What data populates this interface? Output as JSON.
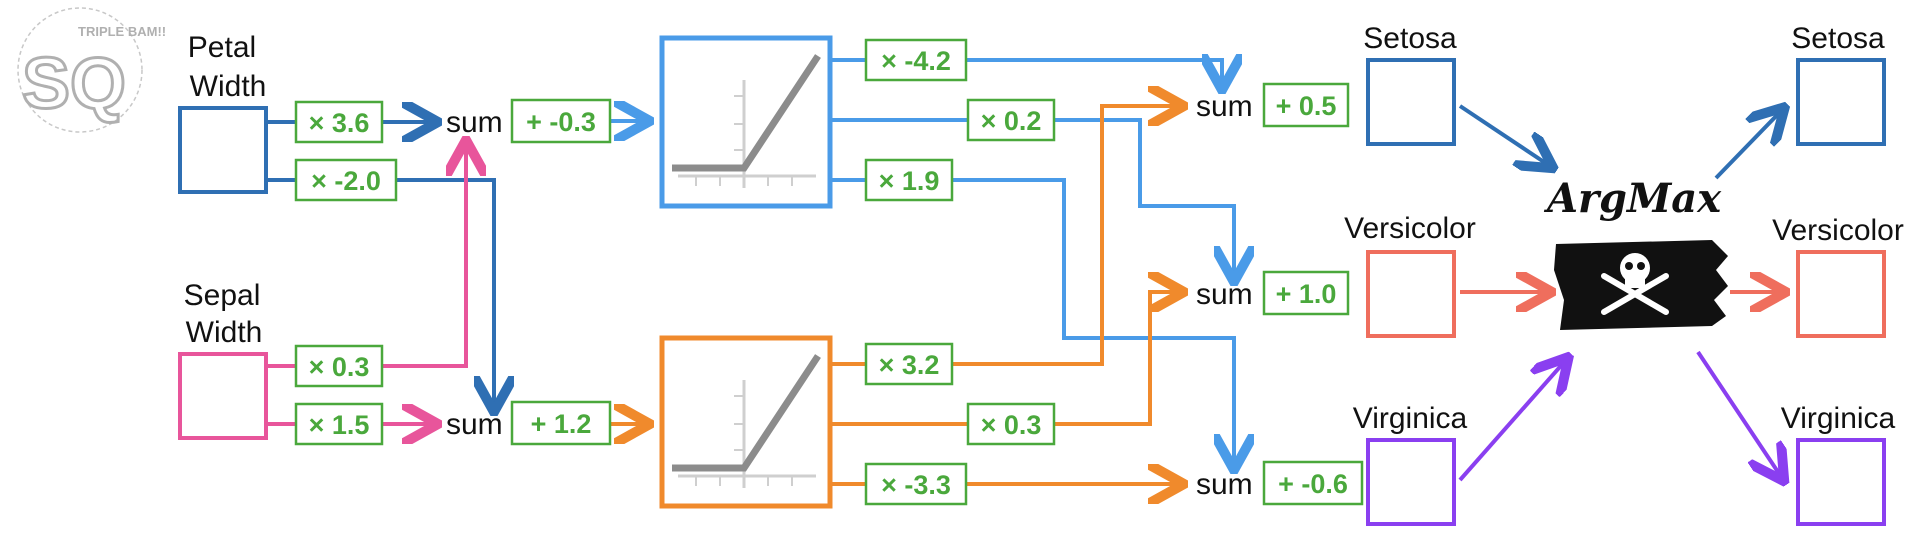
{
  "logo": {
    "text": "SQ",
    "subtext": "TRIPLE BAM!!"
  },
  "inputs": [
    {
      "id": "petal",
      "label_lines": [
        "Petal",
        "Width"
      ],
      "color": "#2f6fb3"
    },
    {
      "id": "sepal",
      "label_lines": [
        "Sepal",
        "Width"
      ],
      "color": "#e8559b"
    }
  ],
  "first_layer": {
    "weights": [
      {
        "id": "w_petal_top",
        "text": "× 3.6"
      },
      {
        "id": "w_petal_bottom",
        "text": "× -2.0"
      },
      {
        "id": "w_sepal_top",
        "text": "× 0.3"
      },
      {
        "id": "w_sepal_bottom",
        "text": "× 1.5"
      }
    ],
    "sums": [
      {
        "id": "top",
        "text": "sum",
        "bias": "+ -0.3"
      },
      {
        "id": "bottom",
        "text": "sum",
        "bias": "+ 1.2"
      }
    ]
  },
  "activation_nodes": [
    {
      "id": "top",
      "function": "relu",
      "color": "#4a9be8"
    },
    {
      "id": "bottom",
      "function": "relu",
      "color": "#f08a2c"
    }
  ],
  "second_layer": {
    "weights": [
      {
        "id": "w_blue_setosa",
        "text": "× -4.2"
      },
      {
        "id": "w_blue_versicolor",
        "text": "× 0.2"
      },
      {
        "id": "w_blue_virginica",
        "text": "× 1.9"
      },
      {
        "id": "w_orange_setosa",
        "text": "× 3.2"
      },
      {
        "id": "w_orange_versicolor",
        "text": "× 0.3"
      },
      {
        "id": "w_orange_virginica",
        "text": "× -3.3"
      }
    ],
    "sums": [
      {
        "id": "setosa",
        "text": "sum",
        "bias": "+ 0.5"
      },
      {
        "id": "versicolor",
        "text": "sum",
        "bias": "+ 1.0"
      },
      {
        "id": "virginica",
        "text": "sum",
        "bias": "+ -0.6"
      }
    ]
  },
  "outputs": [
    {
      "id": "setosa",
      "label": "Setosa",
      "color": "#2f6fb3"
    },
    {
      "id": "versicolor",
      "label": "Versicolor",
      "color": "#ef6e5d"
    },
    {
      "id": "virginica",
      "label": "Virginica",
      "color": "#8a3ff0"
    }
  ],
  "argmax": {
    "label": "ArgMax",
    "flag_icon": "skull-crossbones-icon"
  },
  "final_outputs": [
    {
      "id": "setosa",
      "label": "Setosa",
      "color": "#2f6fb3"
    },
    {
      "id": "versicolor",
      "label": "Versicolor",
      "color": "#ef6e5d"
    },
    {
      "id": "virginica",
      "label": "Virginica",
      "color": "#8a3ff0"
    }
  ],
  "colors": {
    "weight_box": "#4aa83c",
    "relu_line": "#8c8c8c",
    "axis": "#cfcfcf",
    "dark_blue": "#2f6fb3",
    "light_blue": "#4a9be8",
    "pink": "#e8559b",
    "orange": "#f08a2c",
    "salmon": "#ef6e5d",
    "purple": "#8a3ff0"
  }
}
